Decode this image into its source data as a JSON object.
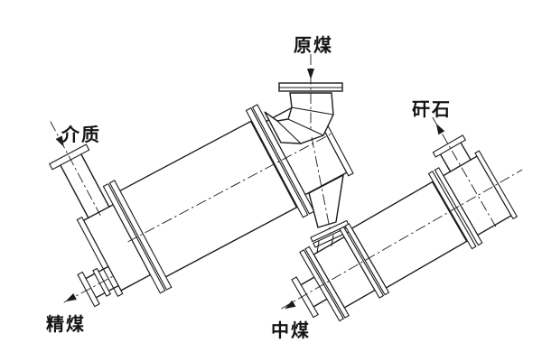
{
  "diagram": {
    "type": "two-stage dense-medium separator piping diagram",
    "labels": {
      "raw_coal": "原煤",
      "medium": "介质",
      "clean_coal": "精煤",
      "middlings": "中煤",
      "gangue": "矸石"
    },
    "flows": [
      {
        "label": "原煤",
        "direction": "down into top elbow inlet"
      },
      {
        "label": "介质",
        "direction": "down-right into left end inlet pipe"
      },
      {
        "label": "精煤",
        "direction": "out down-left from lower left outlet"
      },
      {
        "label": "中煤",
        "direction": "out down-left from second vessel outlet"
      },
      {
        "label": "矸石",
        "direction": "out up-left from second vessel top outlet"
      }
    ],
    "colors": {
      "line": "#1b1b1b",
      "background": "#ffffff"
    }
  }
}
